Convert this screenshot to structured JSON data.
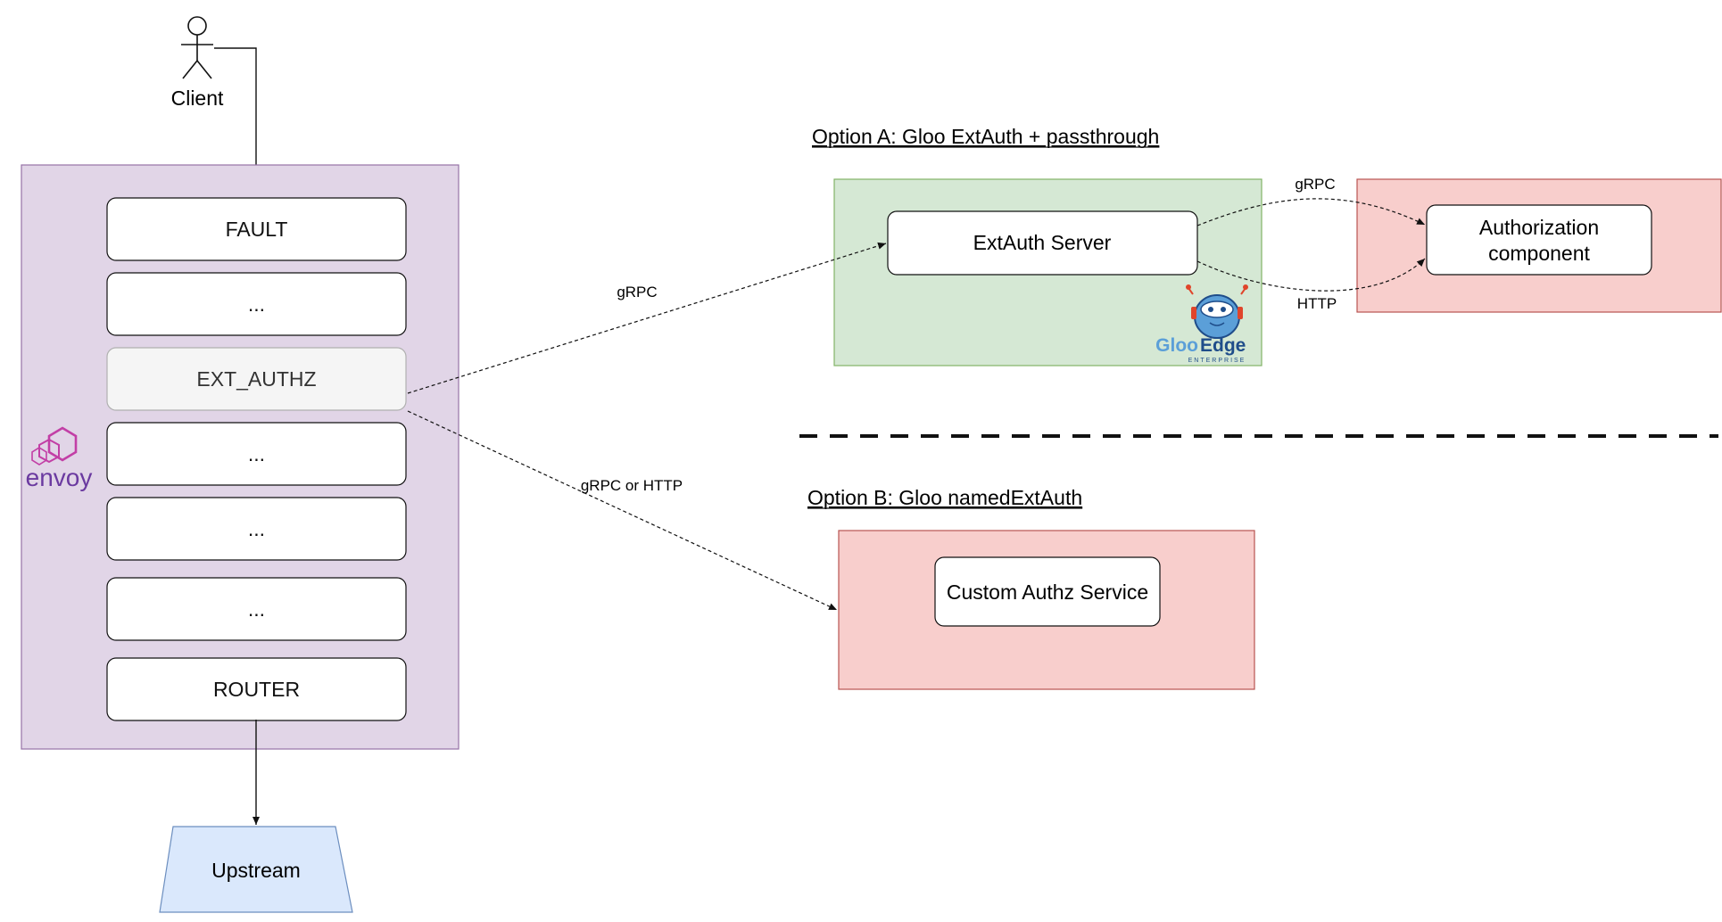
{
  "client": {
    "label": "Client"
  },
  "envoy": {
    "logo_text": "envoy",
    "filters": [
      {
        "label": "FAULT",
        "highlighted": false
      },
      {
        "label": "...",
        "highlighted": false
      },
      {
        "label": "EXT_AUTHZ",
        "highlighted": true
      },
      {
        "label": "...",
        "highlighted": false
      },
      {
        "label": "...",
        "highlighted": false
      },
      {
        "label": "...",
        "highlighted": false
      },
      {
        "label": "ROUTER",
        "highlighted": false
      }
    ]
  },
  "upstream": {
    "label": "Upstream"
  },
  "option_a": {
    "title": "Option A: Gloo ExtAuth + passthrough",
    "extauth_server": "ExtAuth Server",
    "authz_component": [
      "Authorization",
      "component"
    ],
    "logo": {
      "text_gloo": "Gloo",
      "text_edge": "Edge",
      "text_sub": "ENTERPRISE"
    }
  },
  "option_b": {
    "title": "Option B: Gloo namedExtAuth",
    "custom_service": "Custom Authz Service"
  },
  "edges": {
    "to_extauth": "gRPC",
    "to_custom": "gRPC or HTTP",
    "grpc_top": "gRPC",
    "http_bottom": "HTTP"
  },
  "colors": {
    "envoy_bg": "#e1d5e7",
    "envoy_border": "#9673a6",
    "envoy_logo": "#c23fa6",
    "envoy_text": "#6b3aa0",
    "green_bg": "#d5e8d4",
    "green_border": "#82b366",
    "red_bg": "#f8cecc",
    "red_border": "#b85450",
    "upstream_bg": "#dae8fc",
    "upstream_border": "#6c8ebf",
    "filter_highlight": "#f5f5f5"
  }
}
